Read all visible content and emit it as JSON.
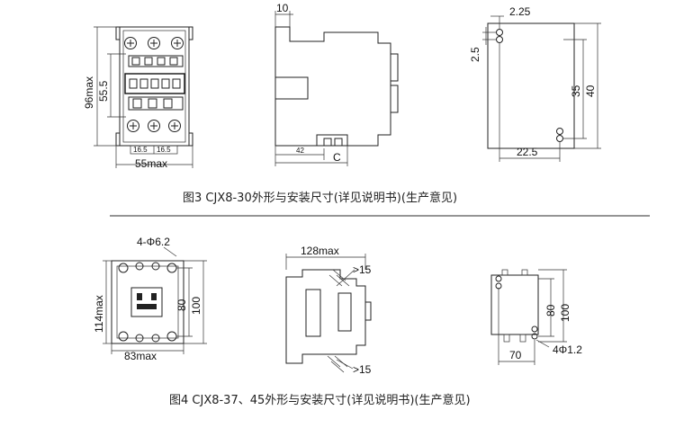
{
  "figure3": {
    "caption": "图3 CJX8-30外形与安装尺寸(详见说明书)(生产意见)",
    "front": {
      "height_max": "96max",
      "height": "55.5",
      "pitch_left": "16.5",
      "pitch_right": "16.5",
      "width_max": "55max"
    },
    "side": {
      "top_offset": "10",
      "base_dim": "42",
      "base_label": "C"
    },
    "mount": {
      "hole_offset_x": "2.25",
      "hole_offset_y": "2.5",
      "inner_height": "35",
      "outer_height": "40",
      "width": "22.5"
    }
  },
  "figure4": {
    "caption": "图4 CJX8-37、45外形与安装尺寸(详见说明书)(生产意见)",
    "front": {
      "holes": "4-Φ6.2",
      "height_max": "114max",
      "inner_height": "80",
      "outer_height": "100",
      "width_max": "83max"
    },
    "side": {
      "depth_max": "128max",
      "clearance_top": ">15",
      "clearance_bottom": ">15"
    },
    "mount": {
      "inner_height": "80",
      "outer_height": "100",
      "width": "70",
      "holes": "4Φ1.2"
    }
  }
}
